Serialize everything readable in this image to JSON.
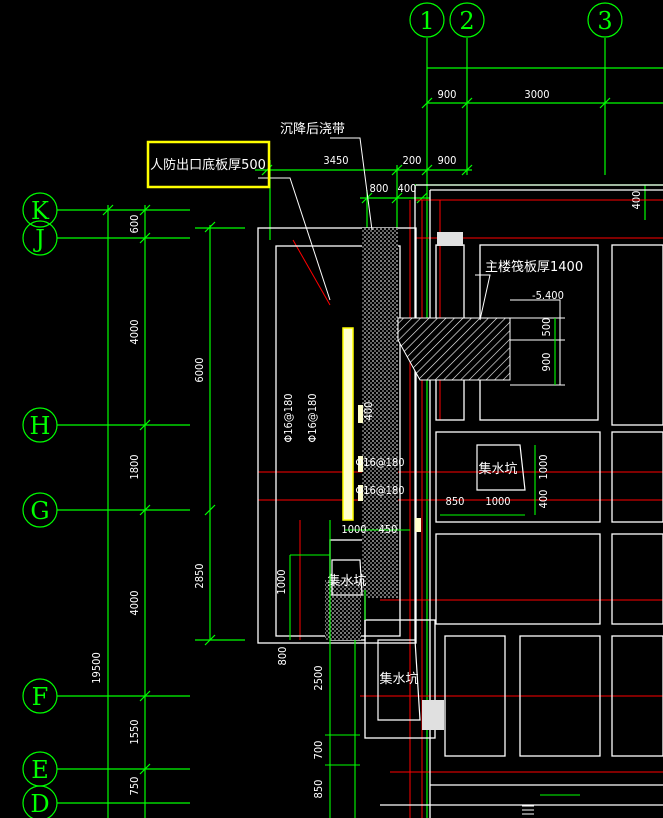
{
  "palette": {
    "background": "#000000",
    "grid_green": "#00ff00",
    "wall_white": "#ffffff",
    "axis_red": "#ff0000",
    "highlight_yellow": "#ffff00",
    "hatch_gray": "#c8c8c8",
    "pale_yellow": "#ffffcc"
  },
  "grid_columns": [
    "1",
    "2",
    "3"
  ],
  "grid_rows": [
    "K",
    "J",
    "H",
    "G",
    "F",
    "E",
    "D"
  ],
  "top_dims": {
    "row1": [
      "900",
      "3000"
    ],
    "row2": [
      "3450",
      "200",
      "900"
    ],
    "row3": [
      "800",
      "400"
    ],
    "right": "400"
  },
  "left_dims": {
    "outer": [
      "600",
      "4000",
      "1800",
      "4000",
      "1550",
      "750"
    ],
    "overall": "19500",
    "inner": [
      "6000",
      "2850"
    ]
  },
  "notes": {
    "title_box": "人防出口底板厚500",
    "settlement_band": "沉降后浇带",
    "raft_note": "主楼筏板厚1400",
    "elevation": "-5.400",
    "rebar_1": "Φ16@180",
    "rebar_2": "Φ16@180",
    "rebar_3": "Φ16@180",
    "rebar_4": "Φ16@180",
    "pit_label": "集水坑"
  },
  "detail_dims": {
    "d500": "500",
    "d900": "900",
    "d400a": "400",
    "d1000": "1000",
    "d400b": "400",
    "d850": "850",
    "d1000b": "1000",
    "d1000c": "1000",
    "d450": "450",
    "d1000d": "1000",
    "d800": "800",
    "d2500": "2500",
    "d700": "700",
    "d850b": "850"
  }
}
